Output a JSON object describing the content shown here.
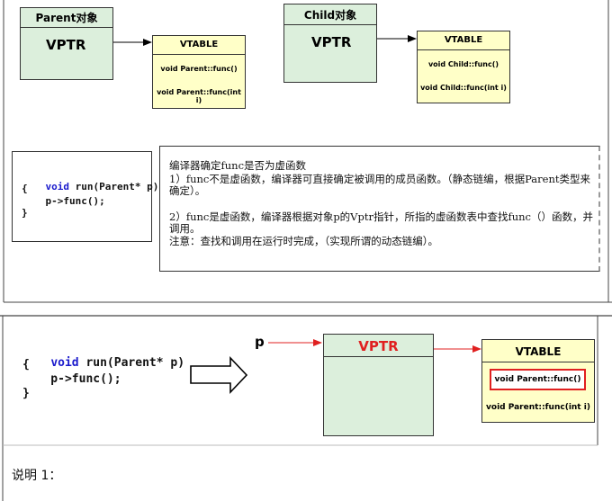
{
  "top": {
    "parent_box": {
      "title": "Parent对象",
      "vptr": "VPTR"
    },
    "parent_vtable": {
      "title": "VTABLE",
      "entries": [
        "void Parent::func()",
        "void Parent::func(int i)"
      ]
    },
    "child_box": {
      "title": "Child对象",
      "vptr": "VPTR"
    },
    "child_vtable": {
      "title": "VTABLE",
      "entries": [
        "void Child::func()",
        "void Child::func(int i)"
      ]
    },
    "code": {
      "keyword": "void",
      "line1_rest": " run(Parent* p)",
      "line2": "{",
      "line3": "    p->func();",
      "line4": "}"
    },
    "explanation": {
      "line1": "编译器确定func是否为虚函数",
      "line2": "1）func不是虚函数，编译器可直接确定被调用的成员函数。（静态链编，根据Parent类型来确定）。",
      "line3": "2）func是虚函数，编译器根据对象p的Vptr指针，所指的虚函数表中查找func（）函数，并调用。",
      "line4": "注意：查找和调用在运行时完成，（实现所谓的动态链编）。"
    }
  },
  "bottom": {
    "code": {
      "keyword": "void",
      "line1_rest": " run(Parent* p)",
      "line2": "{",
      "line3": "    p->func();",
      "line4": "}"
    },
    "pointer_label": "p",
    "object_box": {
      "vptr": "VPTR"
    },
    "vtable": {
      "title": "VTABLE",
      "entries": [
        "void Parent::func()",
        "void Parent::func(int i)"
      ]
    },
    "caption": "说明 1："
  },
  "colors": {
    "red": "#e02020",
    "green_fill": "#dcefdc",
    "yellow_fill": "#ffffc8",
    "keyword": "#1a1acc"
  }
}
